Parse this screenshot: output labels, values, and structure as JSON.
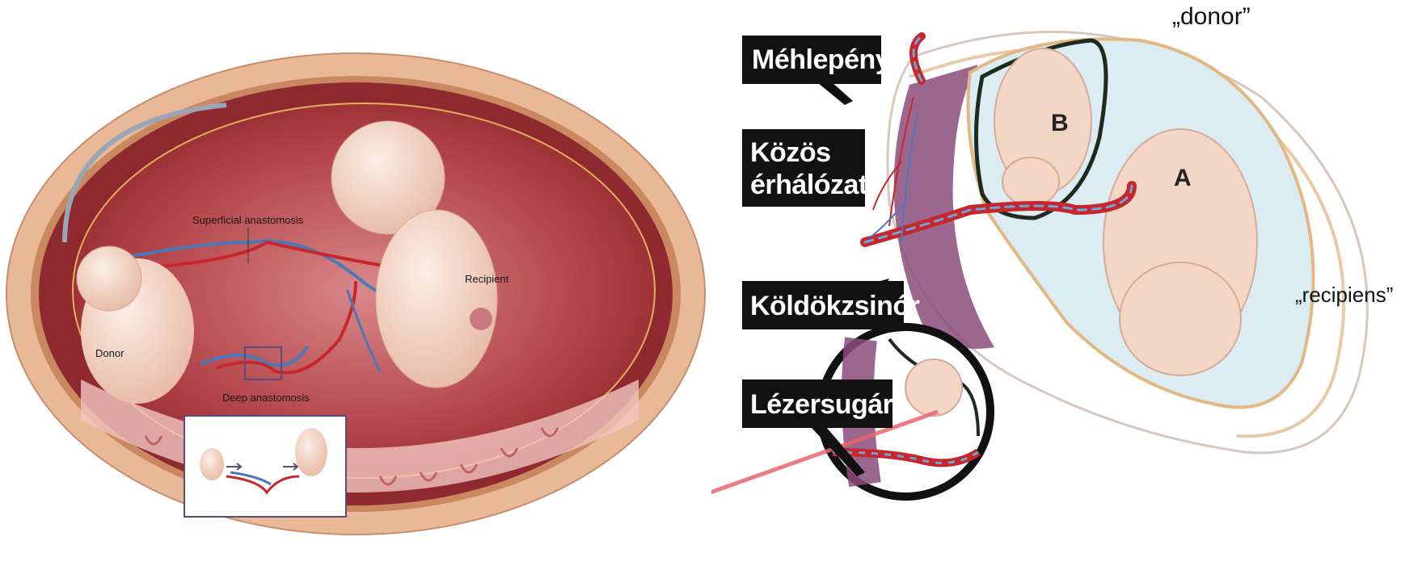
{
  "left": {
    "labels": {
      "superficial": "Superficial anastomosis",
      "recipient": "Recipient",
      "donor": "Donor",
      "deep": "Deep anastomosis"
    }
  },
  "right": {
    "callouts": {
      "placenta": "Méhlepény",
      "vessels_line1": "Közös",
      "vessels_line2": "érhálózat",
      "cord": "Köldökzsinór",
      "laser": "Lézersugár"
    },
    "fetus_letters": {
      "b": "B",
      "a": "A"
    },
    "quotes": {
      "donor": "„donor”",
      "recipiens": "„recipiens”"
    }
  },
  "colors": {
    "uterus_outer": "#e9b896",
    "cavity": "#9b2b2f",
    "skin": "#f3d6c6",
    "artery": "#c8262d",
    "vein": "#4a78b8",
    "placenta": "#7b3a6b",
    "callout_bg": "#111111",
    "sac": "#dcecf3",
    "laser": "#e8676d"
  }
}
